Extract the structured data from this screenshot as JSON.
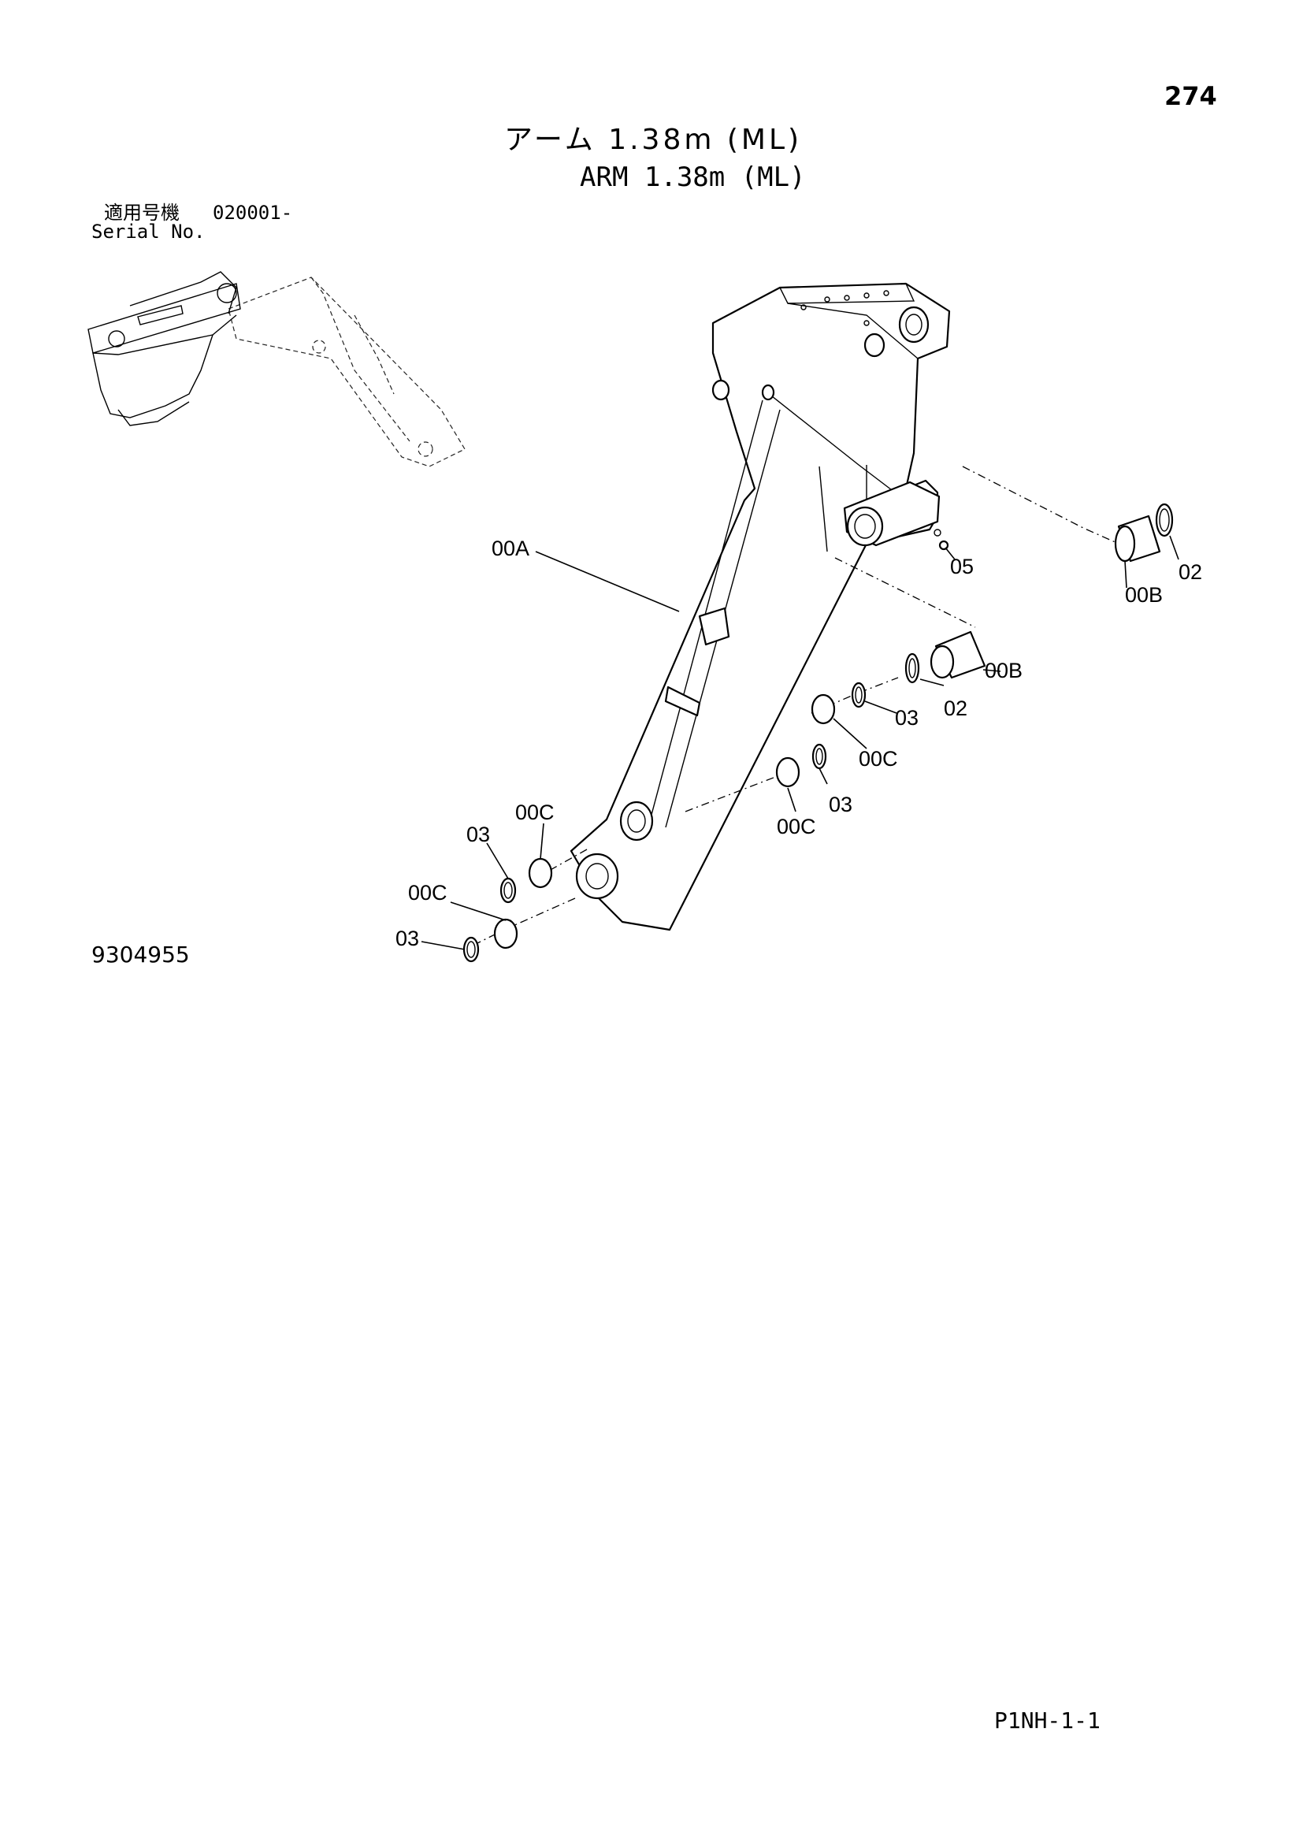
{
  "page_number": "274",
  "title_jp": "アーム 1.38m (ML)",
  "title_en": "ARM 1.38m (ML)",
  "serial": {
    "label_jp": "適用号機",
    "label_en": "Serial No.",
    "value": "020001-"
  },
  "drawing_number": "9304955",
  "page_code": "P1NH-1-1",
  "callouts": {
    "arm": "00A",
    "bushing_b_right": "00B",
    "seal_02_right": "02",
    "grease_05": "05",
    "bushing_b_mid": "00B",
    "seal_02_mid": "02",
    "seal_03_mid_upper": "03",
    "bushing_c_mid_upper": "00C",
    "seal_03_mid_lower": "03",
    "bushing_c_mid_lower": "00C",
    "bushing_c_left_upper": "00C",
    "seal_03_left_upper": "03",
    "bushing_c_left_lower": "00C",
    "seal_03_left_lower": "03"
  }
}
